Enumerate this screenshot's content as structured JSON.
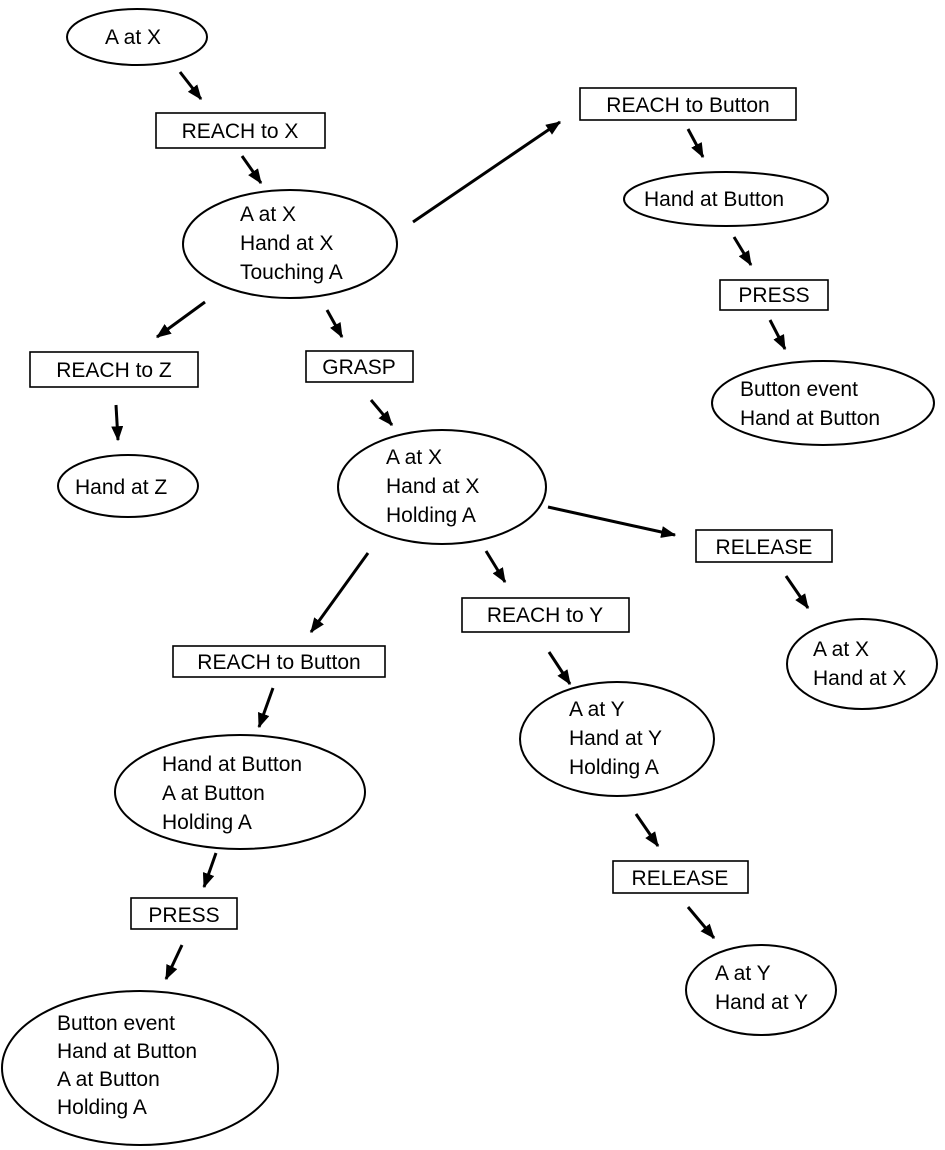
{
  "colors": {
    "line": "#000000",
    "background": "#ffffff"
  },
  "states": {
    "s1": [
      "A at X"
    ],
    "s2": [
      "A at X",
      "Hand at X",
      "Touching A"
    ],
    "s3": [
      "Hand at Z"
    ],
    "s4": [
      "A at X",
      "Hand at X",
      "Holding A"
    ],
    "s5": [
      "Hand at Button"
    ],
    "s6": [
      "Button event",
      "Hand at Button"
    ],
    "s7": [
      "A at X",
      "Hand at X"
    ],
    "s8": [
      "Hand at Button",
      "A at Button",
      "Holding A"
    ],
    "s9": [
      "A at Y",
      "Hand at Y",
      "Holding A"
    ],
    "s10": [
      "Button event",
      "Hand at Button",
      "A at Button",
      "Holding A"
    ],
    "s11": [
      "A at Y",
      "Hand at Y"
    ]
  },
  "actions": {
    "a1": "REACH to X",
    "a2": "REACH to Z",
    "a3": "GRASP",
    "a4": "REACH to Button",
    "a5": "PRESS",
    "a6": "RELEASE",
    "a7": "REACH to Button",
    "a8": "REACH to Y",
    "a9": "PRESS",
    "a10": "RELEASE"
  }
}
